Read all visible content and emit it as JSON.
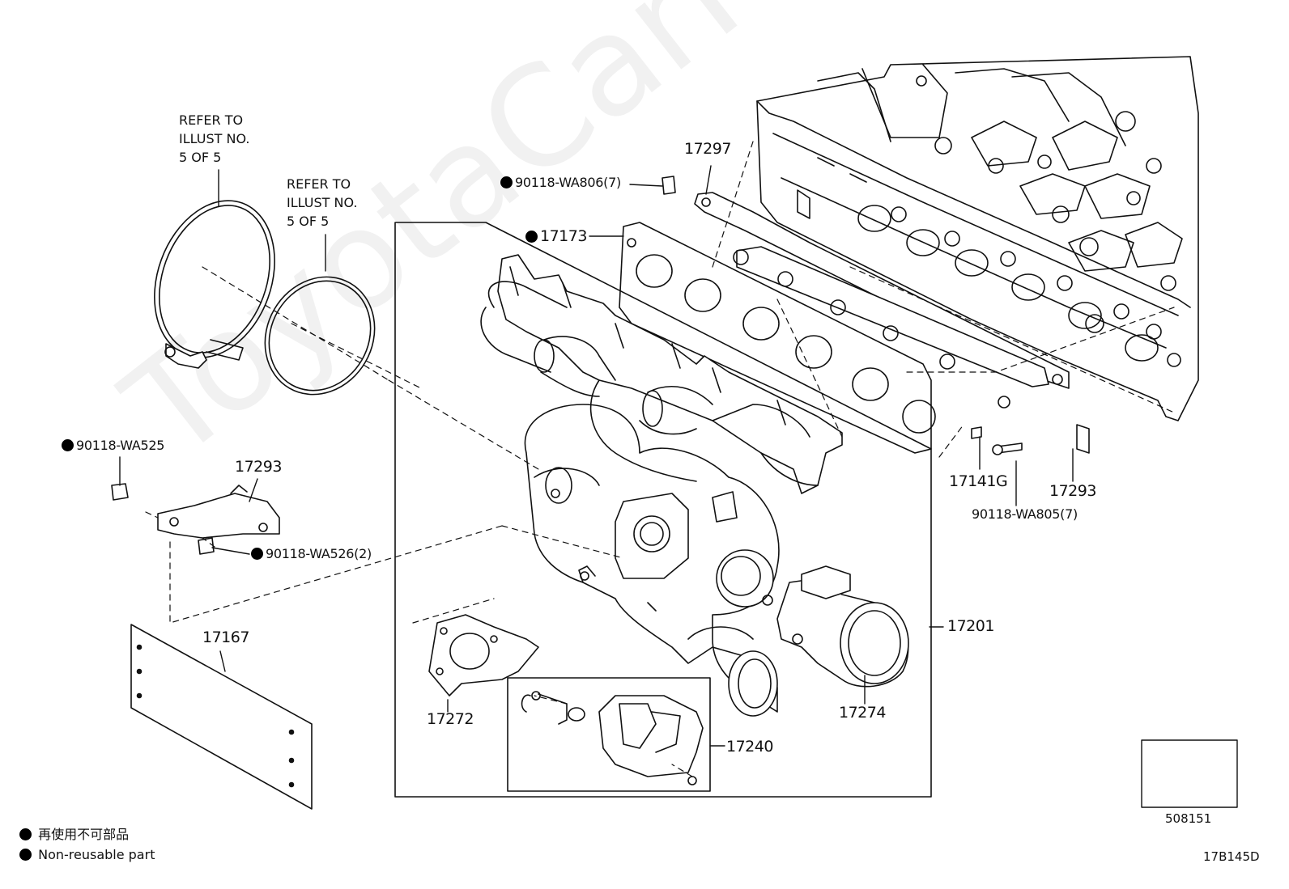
{
  "watermark": "ToyotaCarParts.ru",
  "refer_notes": [
    "REFER TO\nILLUST NO.\n5 OF 5",
    "REFER TO\nILLUST NO.\n5 OF 5"
  ],
  "parts": {
    "p17297": "17297",
    "p90118_wa806": "90118-WA806(7)",
    "p17173": "17173",
    "p90118_wa525": "90118-WA525",
    "p17293_left": "17293",
    "p90118_wa526": "90118-WA526(2)",
    "p17141g": "17141G",
    "p17293_right": "17293",
    "p90118_wa805": "90118-WA805(7)",
    "p17201": "17201",
    "p17167": "17167",
    "p17272": "17272",
    "p17274": "17274",
    "p17240": "17240"
  },
  "legend": {
    "jp": "再使用不可部品",
    "en": "Non-reusable part"
  },
  "code_box_number": "508151",
  "illustration_id": "17B145D"
}
